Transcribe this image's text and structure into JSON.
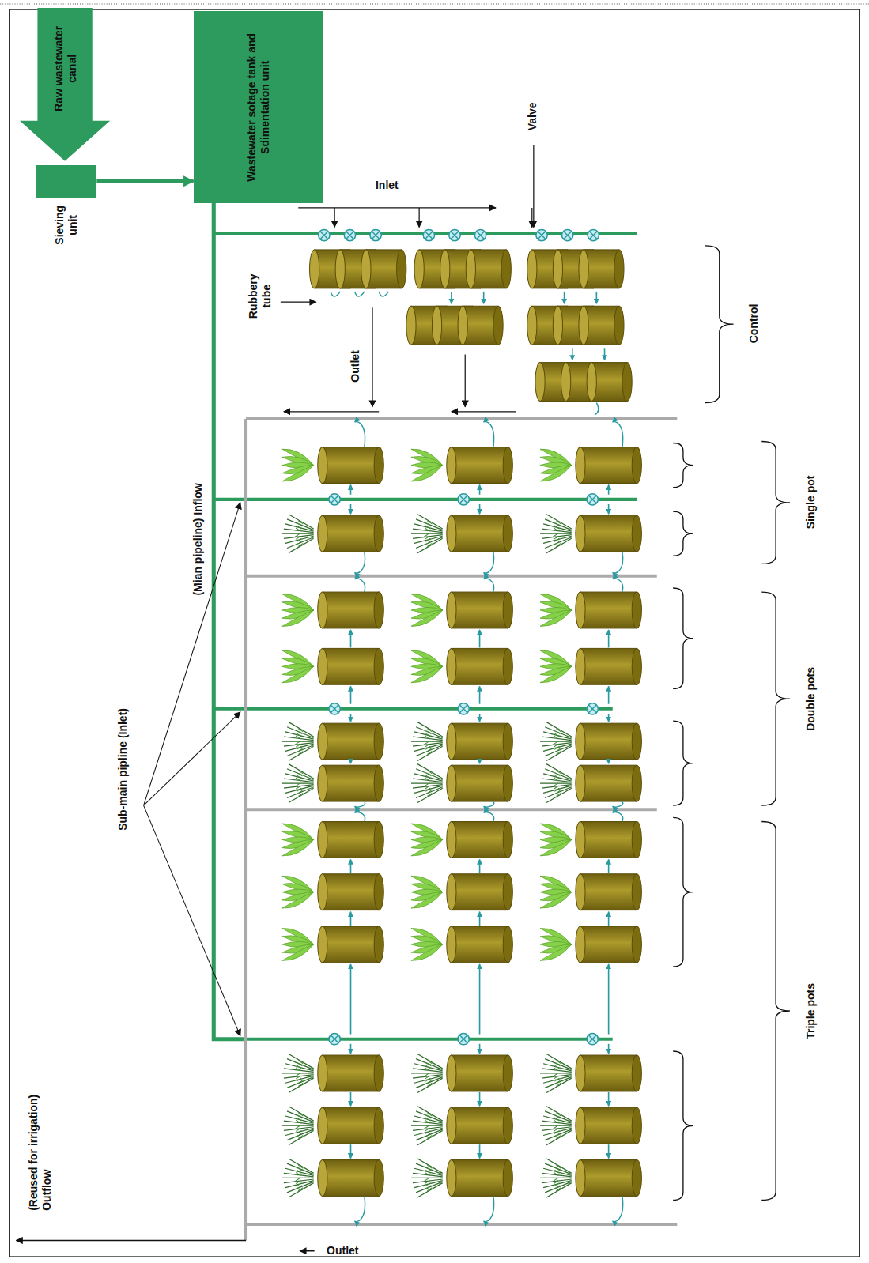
{
  "diagram": {
    "nodes": [
      {
        "text": [
          "Raw wastewater canal"
        ]
      },
      {
        "text": [
          "Sieving unit"
        ]
      },
      {
        "text": [
          "Wastewater sotage tank and Sdimentation unit"
        ]
      }
    ],
    "edges": [
      {
        "from": 1,
        "to": 2,
        "arrow": "to"
      }
    ],
    "labels": [
      "Inlet",
      "Valve",
      "Rubbery tube",
      "Outlet",
      "(Mian pipeline) Inflow",
      "Control",
      "Single pot",
      "Double pots",
      "Sub-main pipline (Inlet)",
      "Triple pots",
      "(Reused for irrigation) Outflow",
      "Outlet"
    ]
  }
}
